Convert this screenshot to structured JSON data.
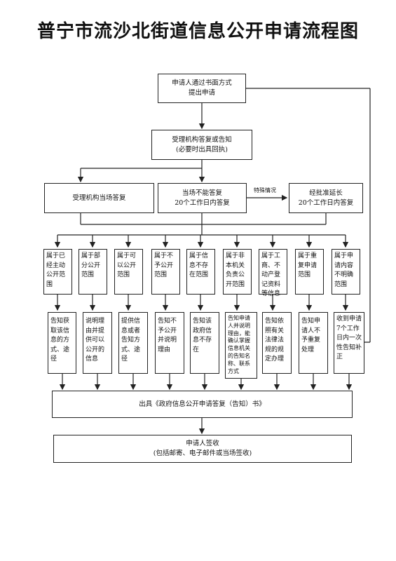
{
  "title": "普宁市流沙北街道信息公开申请流程图",
  "steps": {
    "apply": {
      "line1": "申请人通过书面方式",
      "line2": "提出申请"
    },
    "accept": {
      "line1": "受理机构答复或告知",
      "line2": "(必要时出具回执)"
    },
    "reply_now": "受理机构当场答复",
    "cannot_reply": {
      "line1": "当场不能答复",
      "line2": "20个工作日内答复"
    },
    "special_label": "特殊情况",
    "extend": {
      "line1": "经批准延长",
      "line2": "20个工作日内答复"
    }
  },
  "categories": [
    "属于已经主动公开范围",
    "属于部分公开范围",
    "属于可以公开范围",
    "属于不予公开范围",
    "属于信息不存在范围",
    "属于非本机关负责公开范围",
    "属于工商、不动产登记资料等信息",
    "属于重复申请范围",
    "属于申请内容不明确范围"
  ],
  "actions": [
    "告知获取该信息的方式、途径",
    "说明理由并提供可以公开的信息",
    "提供信息或者告知方式、途径",
    "告知不予公开并说明理由",
    "告知该政府信息不存在",
    "告知申请人并说明理由，能确认掌握信息机关的告知名称、联系方式",
    "告知依照有关法律法规的规定办理",
    "告知申请人不予重复处理",
    "收到申请7个工作日内一次性告知补正"
  ],
  "issue": "出具《政府信息公开申请答复（告知）书》",
  "sign": {
    "line1": "申请人签收",
    "line2": "(包括邮寄、电子邮件或当场签收)"
  }
}
